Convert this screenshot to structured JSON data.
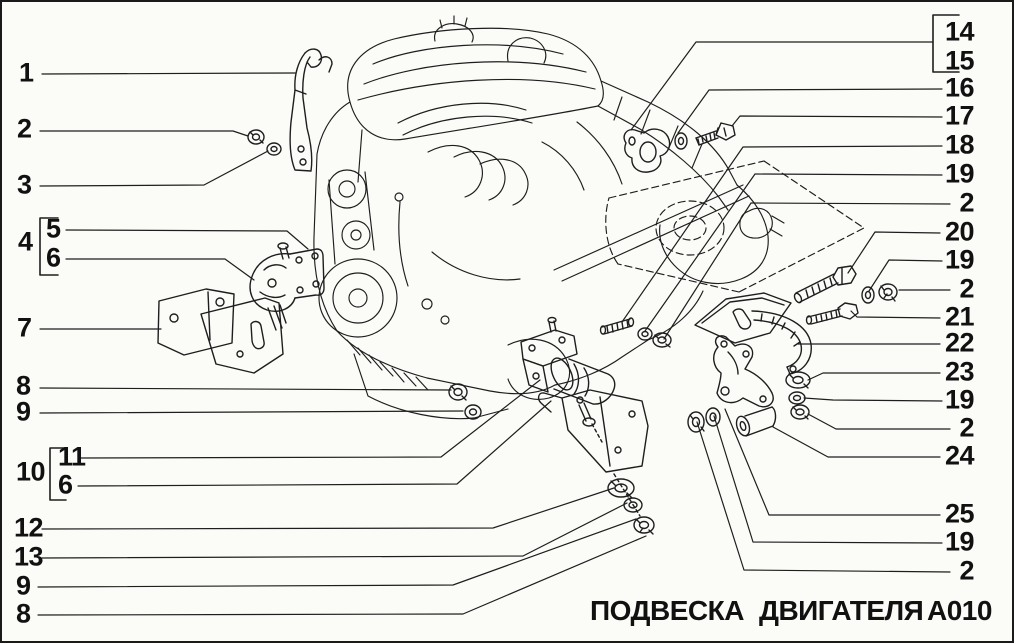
{
  "figure_title": "ПОДВЕСКА ДВИГАТЕЛЯ А010",
  "caption": {
    "word1": "ПОДВЕСКА",
    "word2": "ДВИГАТЕЛЯ",
    "code": "А010"
  },
  "colors": {
    "ink": "#1e1e1e",
    "paper": "#fbfbf8"
  },
  "callouts": {
    "l1": "1",
    "l2": "2",
    "l3": "3",
    "g4": "4",
    "g4_5": "5",
    "g4_6": "6",
    "l7": "7",
    "l8": "8",
    "l9": "9",
    "g10": "10",
    "g10_11": "11",
    "g10_6": "6",
    "l12": "12",
    "l13": "13",
    "l9b": "9",
    "l8b": "8",
    "r14": "14",
    "r15": "15",
    "r16": "16",
    "r17": "17",
    "r18": "18",
    "r19": "19",
    "r2": "2",
    "r20": "20",
    "r19b": "19",
    "r2b": "2",
    "r21": "21",
    "r22": "22",
    "r23": "23",
    "r19c": "19",
    "r2c": "2",
    "r24": "24",
    "r25": "25",
    "r19d": "19",
    "r2d": "2"
  }
}
